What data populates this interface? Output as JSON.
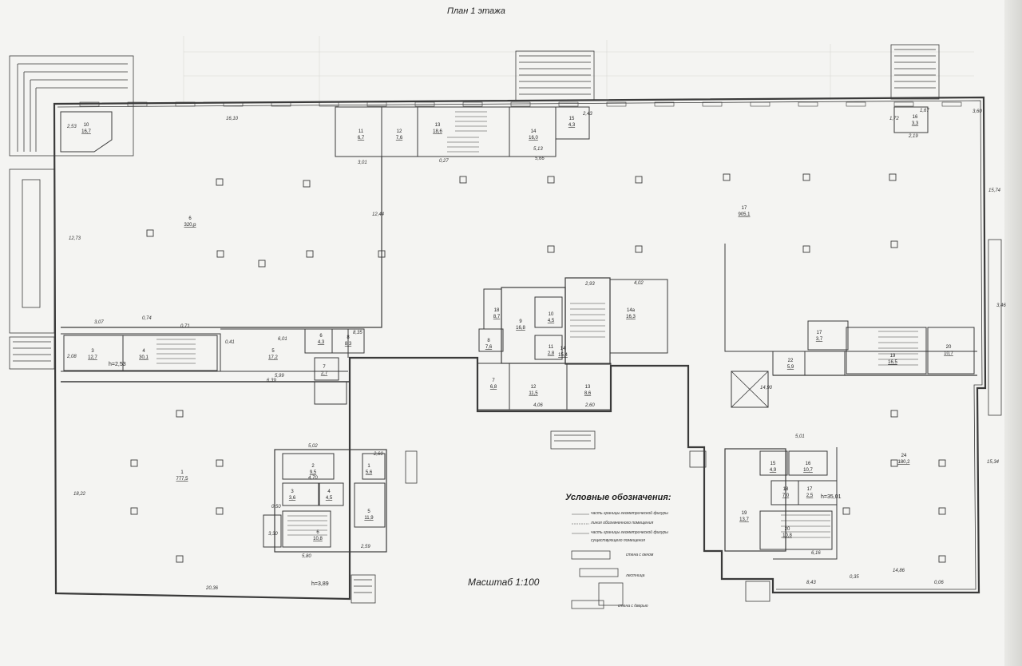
{
  "title": "План 1 этажа",
  "scale": "Масштаб 1:100",
  "legend": {
    "title": "Условные обозначения:",
    "items": [
      "часть границы геометрической фигуры",
      "линия обозначенного помещения",
      "часть границы геометрической фигуры",
      "существующего помещения",
      "стена с окном",
      "лестница",
      "стена с дверью"
    ]
  },
  "heights": [
    "h=2,53",
    "h=3,89",
    "h=35,01"
  ],
  "rooms": [
    {
      "num": "10",
      "area": "16,7"
    },
    {
      "num": "6",
      "area": "320,р"
    },
    {
      "num": "11",
      "area": "6,7"
    },
    {
      "num": "12",
      "area": "7,6"
    },
    {
      "num": "13",
      "area": "18,6"
    },
    {
      "num": "14",
      "area": "16,0"
    },
    {
      "num": "15",
      "area": "4,3"
    },
    {
      "num": "17",
      "area": "905,1"
    },
    {
      "num": "16",
      "area": "3,3"
    },
    {
      "num": "3",
      "area": "12,7"
    },
    {
      "num": "4",
      "area": "30,1"
    },
    {
      "num": "5",
      "area": "17,2"
    },
    {
      "num": "6",
      "area": "4,3"
    },
    {
      "num": "8",
      "area": "8,3"
    },
    {
      "num": "7",
      "area": "2,7"
    },
    {
      "num": "1",
      "area": "777,5"
    },
    {
      "num": "2",
      "area": "9,5"
    },
    {
      "num": "1",
      "area": "5,6"
    },
    {
      "num": "3",
      "area": "3,6"
    },
    {
      "num": "4",
      "area": "4,5"
    },
    {
      "num": "5",
      "area": "11,9"
    },
    {
      "num": "6",
      "area": "10,8"
    },
    {
      "num": "9",
      "area": "16,8"
    },
    {
      "num": "10",
      "area": "4,5"
    },
    {
      "num": "11",
      "area": "2,8"
    },
    {
      "num": "7",
      "area": "6,8"
    },
    {
      "num": "12",
      "area": "11,5"
    },
    {
      "num": "13",
      "area": "8,6"
    },
    {
      "num": "14",
      "area": "15,4"
    },
    {
      "num": "14а",
      "area": "16,3"
    },
    {
      "num": "8",
      "area": "7,6"
    },
    {
      "num": "18",
      "area": "8,7"
    },
    {
      "num": "17",
      "area": "3,7"
    },
    {
      "num": "19",
      "area": "16,5"
    },
    {
      "num": "20",
      "area": "10,7"
    },
    {
      "num": "22",
      "area": "5,9"
    },
    {
      "num": "24",
      "area": "180,2"
    },
    {
      "num": "15",
      "area": "4,9"
    },
    {
      "num": "16",
      "area": "10,7"
    },
    {
      "num": "18",
      "area": "7,0"
    },
    {
      "num": "17",
      "area": "2,5"
    },
    {
      "num": "19",
      "area": "13,7"
    },
    {
      "num": "20",
      "area": "10,8"
    }
  ],
  "dims": [
    "16,10",
    "12,73",
    "2,53",
    "2,08",
    "0,74",
    "3,07",
    "0,71",
    "6,01",
    "8,35",
    "12,44",
    "5,99",
    "6,39",
    "0,41",
    "20,36",
    "18,22",
    "5,02",
    "5,80",
    "4,70",
    "0,50",
    "3,30",
    "2,59",
    "2,60",
    "2,43",
    "5,13",
    "5,66",
    "0,27",
    "3,01",
    "4,02",
    "2,93",
    "14,90",
    "5,01",
    "6,16",
    "8,43",
    "14,86",
    "0,35",
    "0,06",
    "3,60",
    "15,74",
    "3,46",
    "15,34",
    "1,72",
    "1,67",
    "2,19",
    "4,06",
    "2,60"
  ]
}
